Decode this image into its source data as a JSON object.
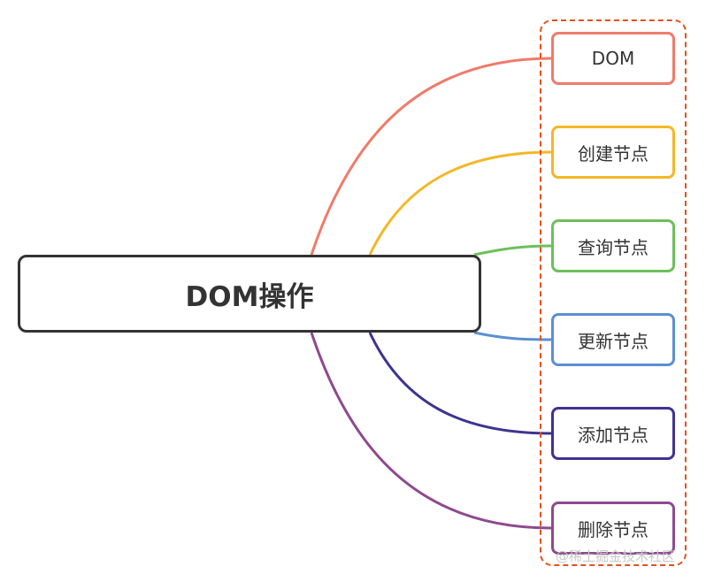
{
  "root": {
    "label": "DOM操作",
    "color": "#333333"
  },
  "frame_color": "#e2521d",
  "children": [
    {
      "label": "DOM",
      "color": "#f07b6a"
    },
    {
      "label": "创建节点",
      "color": "#f4b725"
    },
    {
      "label": "查询节点",
      "color": "#6cc05a"
    },
    {
      "label": "更新节点",
      "color": "#5b8fd4"
    },
    {
      "label": "添加节点",
      "color": "#3e3391"
    },
    {
      "label": "删除节点",
      "color": "#8e4a8e"
    }
  ],
  "watermark": "@稀土掘金技术社区"
}
